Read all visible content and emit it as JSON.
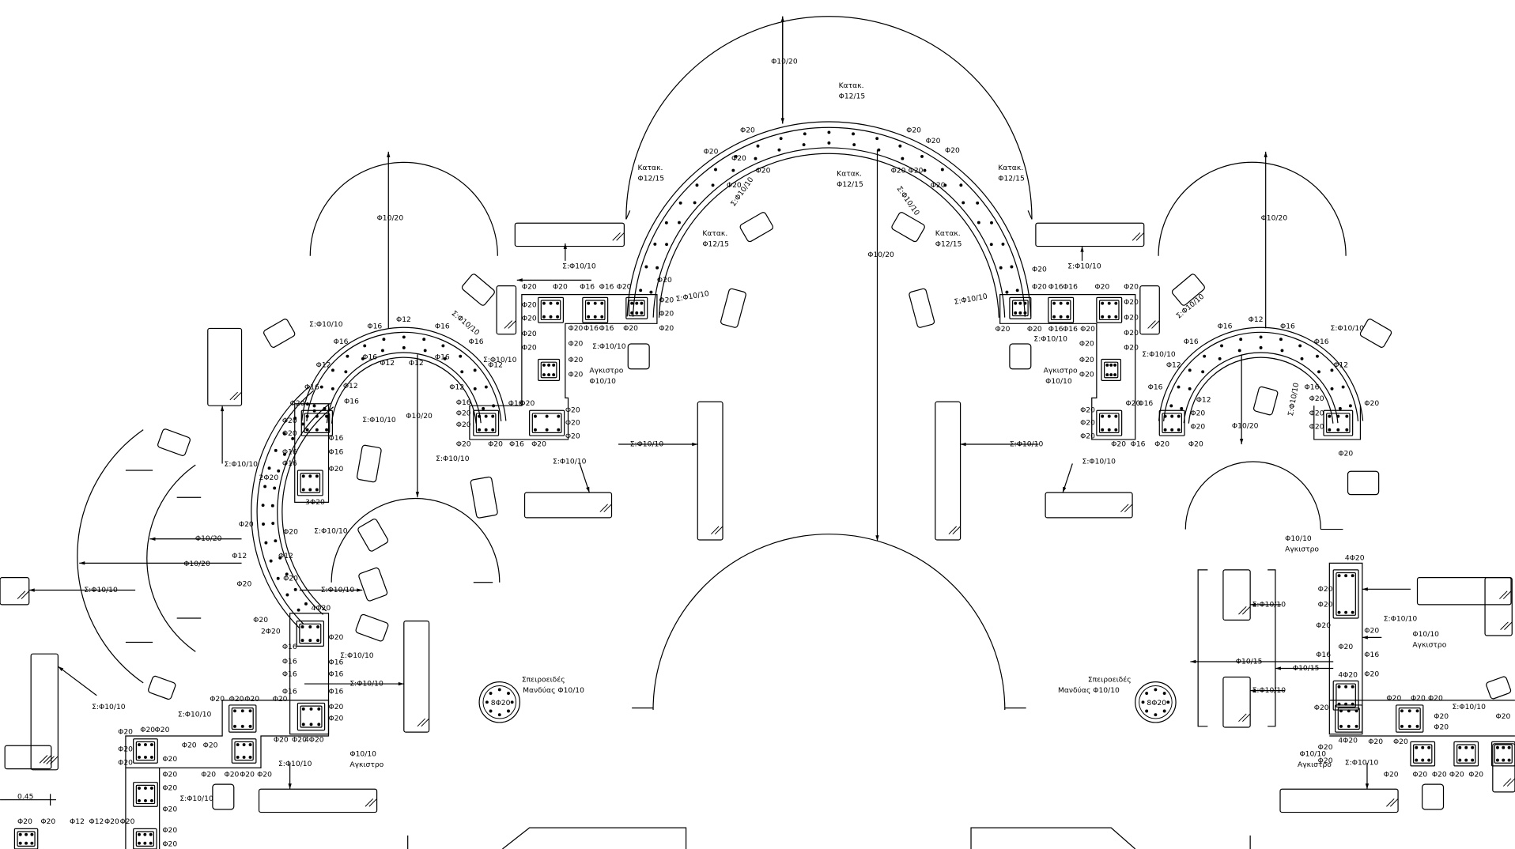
{
  "drawing": {
    "phi20": "Φ20",
    "phi16": "Φ16",
    "phi12": "Φ12",
    "stirrup": "Σ:Φ10/10",
    "phi10_20": "Φ10/20",
    "phi10_15": "Φ10/15",
    "phi10_10": "Φ10/10",
    "katak": "Κατακ.",
    "phi12_15": "Φ12/15",
    "agkistro": "Αγκιστρο",
    "spiral": "Σπειροειδές",
    "mandyas": "Μανδύας Φ10/10",
    "b8phi20": "8Φ20",
    "b4phi20": "4Φ20",
    "b3phi20": "3Φ20",
    "b2phi20": "2Φ20",
    "dim": "0.45"
  }
}
